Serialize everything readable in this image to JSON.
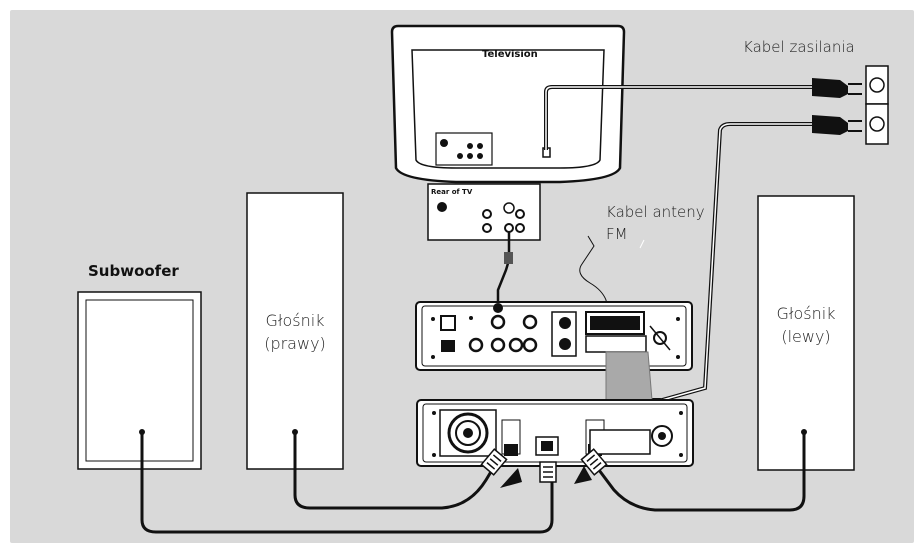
{
  "labels": {
    "television": "Television",
    "rear_of_tv": "Rear of TV",
    "power_cable": "Kabel zasilania",
    "fm_antenna_line1": "Kabel anteny",
    "fm_antenna_line2": "FM",
    "subwoofer": "Subwoofer",
    "speaker_right_line1": "Głośnik",
    "speaker_right_line2": "(prawy)",
    "speaker_left_line1": "Głośnik",
    "speaker_left_line2": "(lewy)"
  },
  "colors": {
    "background": "#d9d9d9",
    "device_fill": "#ffffff",
    "line": "#111111",
    "ribbon": "#a9a9a9"
  }
}
